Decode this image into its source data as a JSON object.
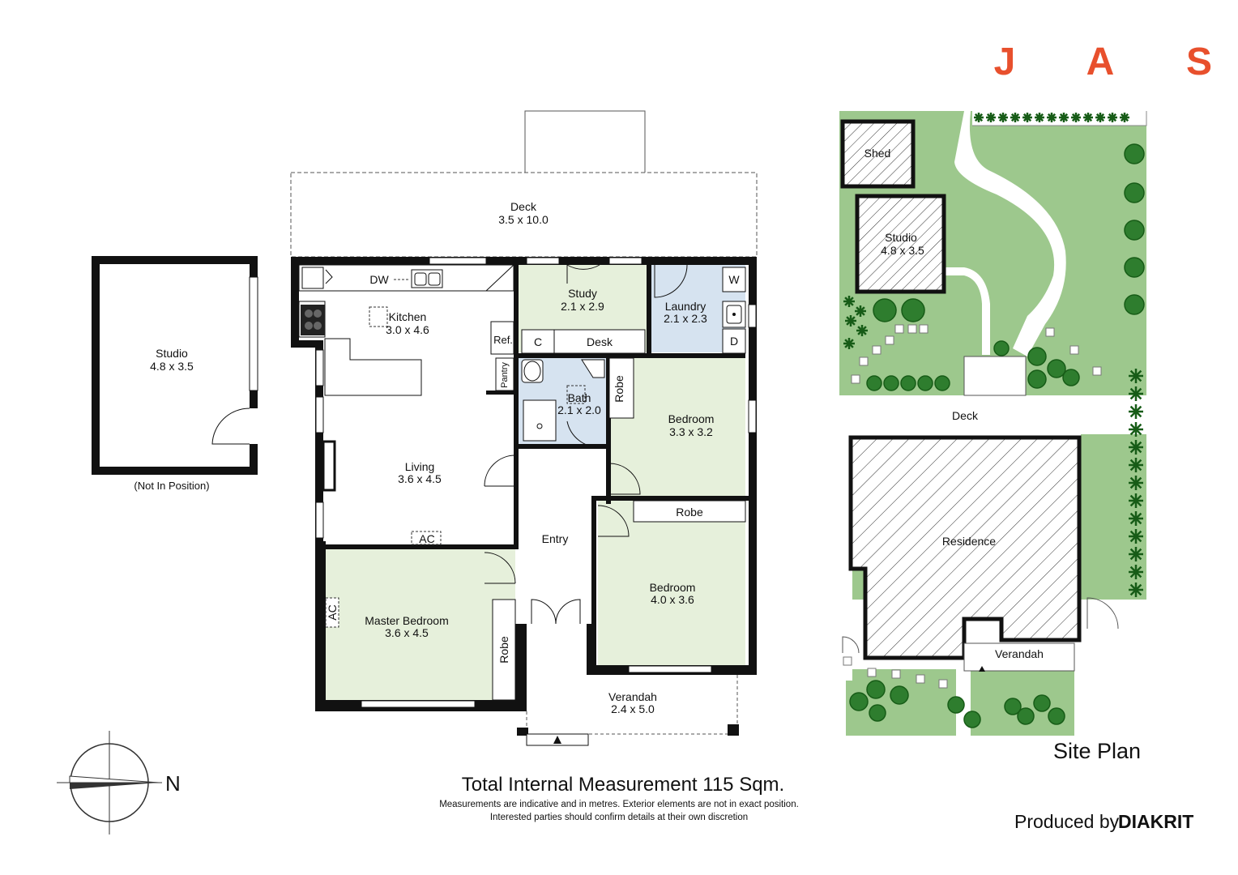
{
  "brand": {
    "letters": [
      "J",
      "A",
      "S"
    ],
    "color": "#e8502d"
  },
  "floor_plan": {
    "rooms": [
      {
        "id": "deck",
        "name": "Deck",
        "dims": "3.5 x 10.0"
      },
      {
        "id": "kitchen",
        "name": "Kitchen",
        "dims": "3.0 x 4.6"
      },
      {
        "id": "study",
        "name": "Study",
        "dims": "2.1 x 2.9"
      },
      {
        "id": "laundry",
        "name": "Laundry",
        "dims": "2.1 x 2.3"
      },
      {
        "id": "bath",
        "name": "Bath",
        "dims": "2.1 x 2.0"
      },
      {
        "id": "bedroom1",
        "name": "Bedroom",
        "dims": "3.3 x 3.2"
      },
      {
        "id": "living",
        "name": "Living",
        "dims": "3.6 x 4.5"
      },
      {
        "id": "bedroom2",
        "name": "Bedroom",
        "dims": "4.0 x 3.6"
      },
      {
        "id": "master",
        "name": "Master Bedroom",
        "dims": "3.6 x 4.5"
      },
      {
        "id": "verandah",
        "name": "Verandah",
        "dims": "2.4 x 5.0"
      },
      {
        "id": "studio",
        "name": "Studio",
        "dims": "4.8 x 3.5"
      }
    ],
    "entry_label": "Entry",
    "fixtures": {
      "dw": "DW",
      "ref": "Ref.",
      "pantry": "Pantry",
      "c": "C",
      "desk": "Desk",
      "w": "W",
      "d": "D",
      "robe": "Robe",
      "ac": "AC"
    },
    "studio_note": "(Not In Position)",
    "colors": {
      "wet_area": "#d6e3f0",
      "bedroom": "#e6f0db",
      "wall": "#111111"
    }
  },
  "site_plan": {
    "title": "Site Plan",
    "labels": {
      "shed": "Shed",
      "studio_name": "Studio",
      "studio_dims": "4.8 x 3.5",
      "deck": "Deck",
      "residence": "Residence",
      "verandah": "Verandah"
    },
    "colors": {
      "lawn": "#9dc88d",
      "tree": "#2e7d2e",
      "tree_dark": "#175c17"
    }
  },
  "footer": {
    "total": "Total Internal Measurement 115 Sqm.",
    "disclaimer_1": "Measurements are indicative and in metres. Exterior elements are not in exact position.",
    "disclaimer_2": "Interested parties should confirm details at their own discretion",
    "produced_prefix": "Produced by",
    "produced_brand": "DIAKRIT"
  },
  "compass": {
    "label": "N"
  }
}
